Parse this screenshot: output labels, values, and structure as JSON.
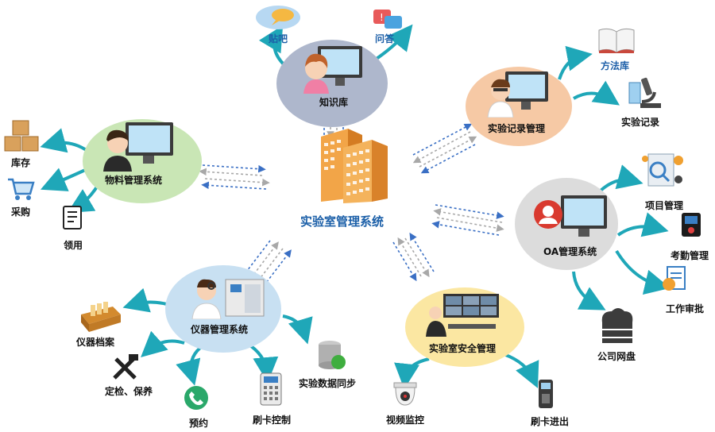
{
  "center": {
    "title": "实验室管理系统"
  },
  "nodes": {
    "knowledge": {
      "title": "知识库",
      "children": [
        "贴吧",
        "问答"
      ]
    },
    "experiment": {
      "title": "实验记录管理",
      "children": [
        "方法库",
        "实验记录"
      ]
    },
    "materials": {
      "title": "物料管理系统",
      "children": [
        "库存",
        "采购",
        "领用"
      ]
    },
    "oa": {
      "title": "OA管理系统",
      "children": [
        "项目管理",
        "考勤管理",
        "工作审批",
        "公司网盘"
      ]
    },
    "instrument": {
      "title": "仪器管理系统",
      "children": [
        "仪器档案",
        "定检、保养",
        "预约",
        "刷卡控制",
        "实验数据同步"
      ]
    },
    "security": {
      "title": "实验室安全管理",
      "children": [
        "视频监控",
        "刷卡进出"
      ]
    }
  },
  "colors": {
    "knowledge_bg": "#aeb7cc",
    "experiment_bg": "#f6c9a5",
    "materials_bg": "#c9e6b5",
    "oa_bg": "#dcdcdc",
    "instrument_bg": "#c8e0f2",
    "security_bg": "#fbe7a2",
    "arrow_teal": "#1fa7b8",
    "dash_blue": "#3a6fc4",
    "dash_gray": "#a8a8a8",
    "center_text": "#1b5fa8"
  },
  "icons": [
    "monitor-person-icon",
    "building-icon",
    "chat-bubble-icon",
    "question-bubble-icon",
    "book-icon",
    "microscope-icon",
    "boxes-icon",
    "cart-icon",
    "document-icon",
    "magnifier-gear-icon",
    "attendance-device-icon",
    "clipboard-icon",
    "cloud-server-icon",
    "archive-box-icon",
    "tools-icon",
    "phone-icon",
    "card-reader-icon",
    "database-icon",
    "camera-icon",
    "access-control-icon"
  ]
}
